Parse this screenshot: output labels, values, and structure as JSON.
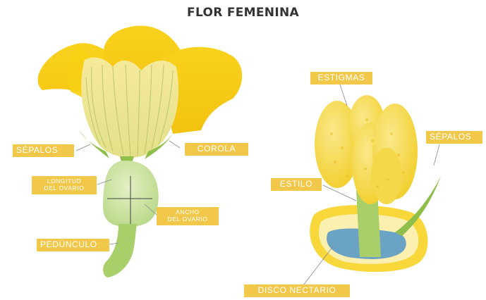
{
  "title": "FLOR FEMENINA",
  "labels": {
    "sepalos_left": "SÉPALOS",
    "corola": "COROLA",
    "longitud_line1": "LONGITUD",
    "longitud_line2": "DEL OVARIO",
    "ancho_line1": "ANCHO",
    "ancho_line2": "DEL OVARIO",
    "pedunculo": "PEDÚNCULO",
    "estigmas": "ESTIGMAS",
    "sepalos_right": "SÉPALOS",
    "estilo": "ESTILO",
    "disco_nectario": "DISCO NECTARIO"
  },
  "colors": {
    "petal_yellow": "#f6cf1c",
    "inner_yellow": "#f4e07a",
    "stem_green": "#a9cf6a",
    "ovary_green": "#cde3a0",
    "nectar_blue": "#6aa3c4",
    "label_bg": "#f1c84a"
  }
}
